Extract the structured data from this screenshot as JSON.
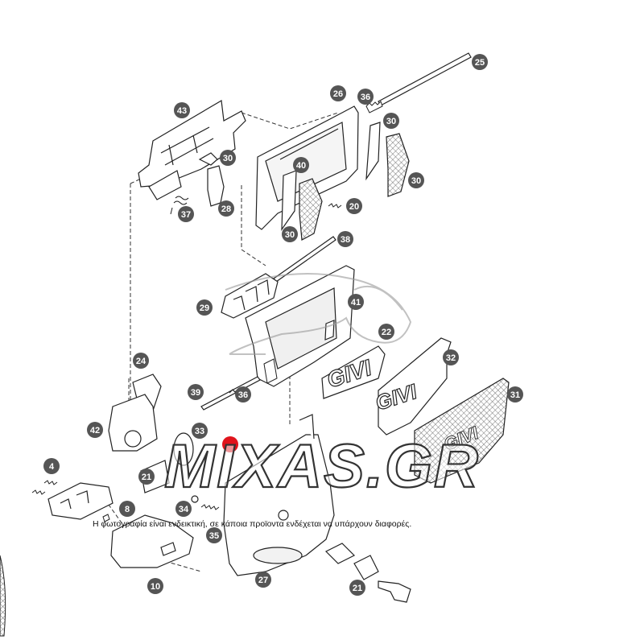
{
  "watermark": {
    "text": "MIXAS.GR"
  },
  "disclaimer": "Η φωτογραφία είναι ενδεικτική, σε κάποια προϊοντα ενδέχεται να υπάρχουν διαφορές.",
  "brand_marks": {
    "logo_text": "GIVI"
  },
  "callouts": [
    "25",
    "26",
    "36",
    "43",
    "30",
    "40",
    "30",
    "30",
    "37",
    "28",
    "20",
    "30",
    "38",
    "29",
    "41",
    "22",
    "24",
    "32",
    "39",
    "36",
    "31",
    "42",
    "33",
    "4",
    "21",
    "8",
    "34",
    "35",
    "10",
    "27",
    "21"
  ],
  "colors": {
    "badge": "#555555",
    "red_dot": "#e0141c",
    "line": "#222222"
  }
}
